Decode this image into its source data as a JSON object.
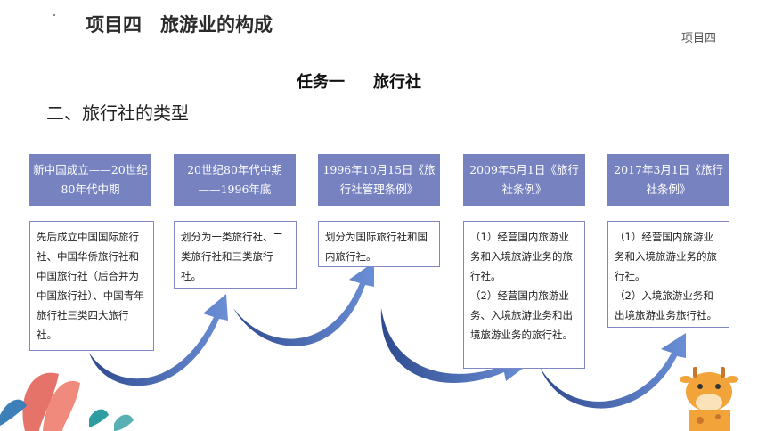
{
  "header": {
    "title": "项目四　旅游业的构成",
    "corner_label": "项目四",
    "task_label": "任务一",
    "task_name": "旅行社",
    "section_title": "二、旅行社的类型"
  },
  "timeline": [
    {
      "head": "新中国成立——20世纪80年代中期",
      "body": [
        "先后成立中国国际旅行社、中国华侨旅行社和中国旅行社（后合并为中国旅行社）、中国青年旅行社三类四大旅行社。"
      ]
    },
    {
      "head": "20世纪80年代中期——1996年底",
      "body": [
        "划分为一类旅行社、二类旅行社和三类旅行社。"
      ]
    },
    {
      "head": "1996年10月15日《旅行社管理条例》",
      "body": [
        "划分为国际旅行社和国内旅行社。"
      ]
    },
    {
      "head": "2009年5月1日《旅行社条例》",
      "body": [
        "（1）经营国内旅游业务和入境旅游业务的旅行社。",
        "（2）经营国内旅游业务、入境旅游业务和出境旅游业务的旅行社。"
      ]
    },
    {
      "head": "2017年3月1日《旅行社条例》",
      "body": [
        "（1）经营国内旅游业务和入境旅游业务的旅行社。",
        "（2）入境旅游业务和出境旅游业务旅行社。"
      ]
    }
  ],
  "colors": {
    "header_fill": "#7782c0",
    "arrow": "#3f5aa0",
    "leaf_red": "#e2645a",
    "leaf_teal": "#2e9ca0"
  },
  "icons": [
    "curved-arrow-icon",
    "leaf-decoration-icon",
    "giraffe-icon"
  ]
}
